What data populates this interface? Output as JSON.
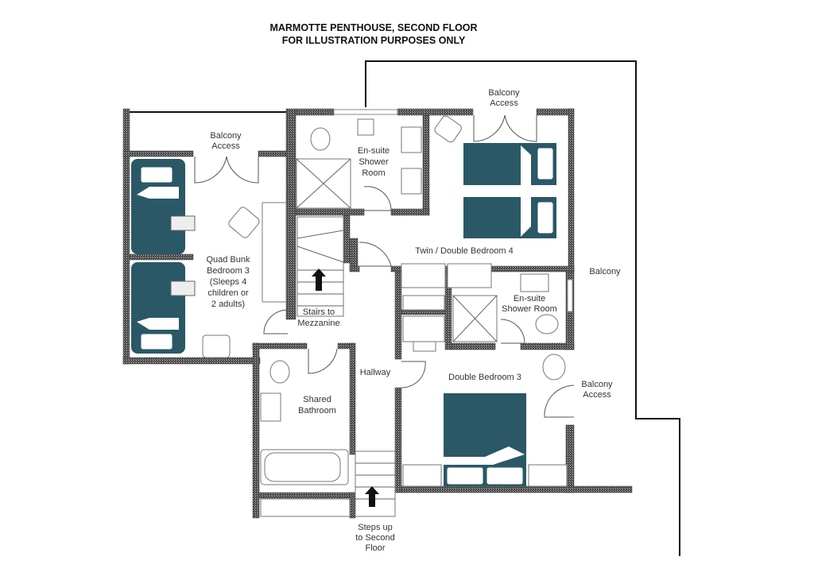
{
  "title": {
    "line1": "MARMOTTE PENTHOUSE, SECOND FLOOR",
    "line2": "FOR ILLUSTRATION PURPOSES ONLY"
  },
  "rooms": {
    "balcony_access_left": [
      "Balcony",
      "Access"
    ],
    "quad_bunk": [
      "Quad Bunk",
      "Bedroom 3",
      "(Sleeps 4",
      "children or",
      "2 adults)"
    ],
    "ensuite_top": [
      "En-suite",
      "Shower",
      "Room"
    ],
    "balcony_access_top": [
      "Balcony",
      "Access"
    ],
    "twin_double": "Twin / Double Bedroom 4",
    "stairs_mezzanine": [
      "Stairs to",
      "Mezzanine"
    ],
    "balcony": "Balcony",
    "ensuite_small": [
      "En-suite",
      "Shower Room"
    ],
    "hallway": "Hallway",
    "double_bedroom": "Double Bedroom 3",
    "balcony_access_right": [
      "Balcony",
      "Access"
    ],
    "shared_bathroom": [
      "Shared",
      "Bathroom"
    ],
    "steps_up": [
      "Steps up",
      "to Second",
      "Floor"
    ]
  },
  "colors": {
    "bed": "#2a5866",
    "wall": "#555555"
  }
}
